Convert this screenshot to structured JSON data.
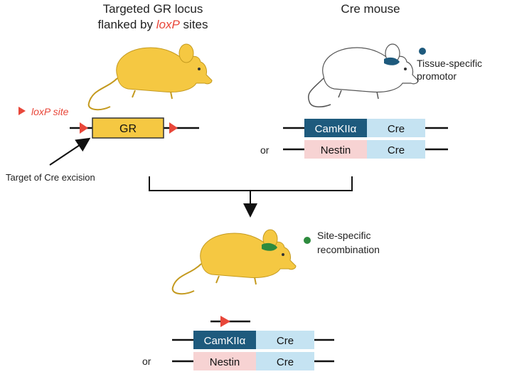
{
  "left_title": {
    "line1": "Targeted GR locus",
    "line2_prefix": "flanked by ",
    "line2_italic": "loxP",
    "line2_suffix": " sites"
  },
  "right_title": "Cre mouse",
  "loxp_legend": "loxP site",
  "gr_label": "GR",
  "target_label": "Target of Cre excision",
  "tissue_label": {
    "line1": "Tissue-specific",
    "line2": "promotor"
  },
  "cre_constructs": [
    {
      "promoter": "CamKIIα",
      "gene": "Cre",
      "prefix": ""
    },
    {
      "promoter": "Nestin",
      "gene": "Cre",
      "prefix": "or"
    }
  ],
  "recomb_label": {
    "line1": "Site-specific",
    "line2": "recombination"
  },
  "result_constructs": [
    {
      "promoter": "CamKIIα",
      "gene": "Cre",
      "prefix": ""
    },
    {
      "promoter": "Nestin",
      "gene": "Cre",
      "prefix": "or"
    }
  ],
  "colors": {
    "mouse_yellow": "#f5c842",
    "loxp_red": "#e8473a",
    "gr_box": "#f5c842",
    "camk_box": "#1e5a7d",
    "nestin_box": "#f7d3d3",
    "cre_box": "#c5e3f2",
    "tissue_dot": "#1e5a7d",
    "recomb_dot": "#2e8b3e"
  }
}
